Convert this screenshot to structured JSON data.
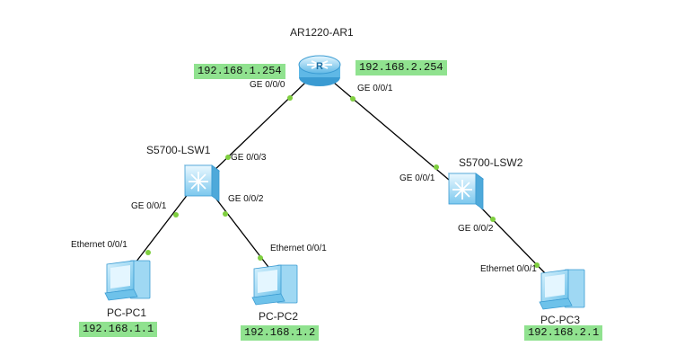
{
  "devices": {
    "router": {
      "name": "AR1220-AR1",
      "icon": "router-icon"
    },
    "switch1": {
      "name": "S5700-LSW1",
      "icon": "switch-icon"
    },
    "switch2": {
      "name": "S5700-LSW2",
      "icon": "switch-icon"
    },
    "pc1": {
      "name": "PC-PC1",
      "icon": "pc-icon",
      "ip": "192.168.1.1"
    },
    "pc2": {
      "name": "PC-PC2",
      "icon": "pc-icon",
      "ip": "192.168.1.2"
    },
    "pc3": {
      "name": "PC-PC3",
      "icon": "pc-icon",
      "ip": "192.168.2.1"
    }
  },
  "router_interfaces": {
    "left_ip": "192.168.1.254",
    "right_ip": "192.168.2.254"
  },
  "links": [
    {
      "from": "router",
      "to": "switch1",
      "from_port": "GE 0/0/0",
      "to_port": "GE 0/0/3"
    },
    {
      "from": "router",
      "to": "switch2",
      "from_port": "GE 0/0/1",
      "to_port": "GE 0/0/1"
    },
    {
      "from": "switch1",
      "to": "pc1",
      "from_port": "GE 0/0/1",
      "to_port": "Ethernet 0/0/1"
    },
    {
      "from": "switch1",
      "to": "pc2",
      "from_port": "GE 0/0/2",
      "to_port": "Ethernet 0/0/1"
    },
    {
      "from": "switch2",
      "to": "pc3",
      "from_port": "GE 0/0/2",
      "to_port": "Ethernet 0/0/1"
    }
  ],
  "colors": {
    "link": "#000000",
    "link_dot": "#7fcf3f",
    "ip_highlight": "#90e28f",
    "device_light": "#c9ecfb",
    "device_mid": "#86cdef",
    "device_dark": "#3a9bd2"
  }
}
